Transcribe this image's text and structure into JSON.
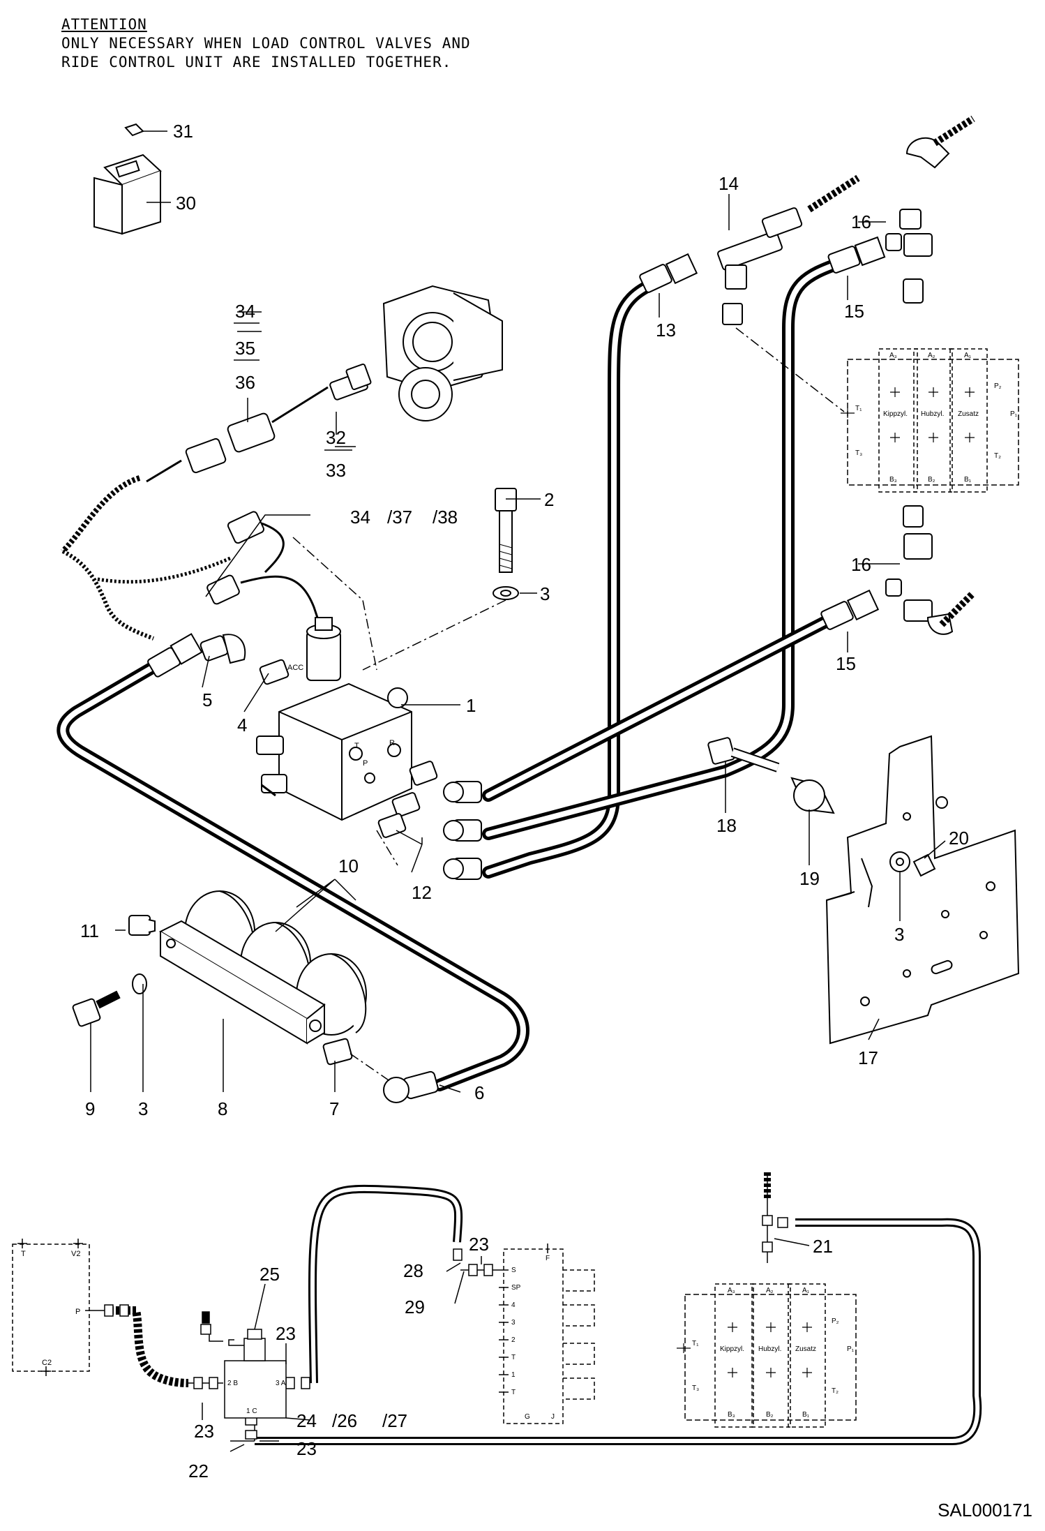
{
  "note": {
    "heading": "ATTENTION",
    "line1": "ONLY NECESSARY WHEN LOAD CONTROL VALVES AND",
    "line2": "RIDE CONTROL UNIT ARE INSTALLED TOGETHER."
  },
  "callouts": {
    "c1": "1",
    "c2": "2",
    "c3a": "3",
    "c3b": "3",
    "c3c": "3",
    "c4": "4",
    "c5": "5",
    "c6": "6",
    "c7": "7",
    "c8": "8",
    "c9": "9",
    "c10": "10",
    "c11": "11",
    "c12": "12",
    "c13": "13",
    "c14": "14",
    "c15a": "15",
    "c15b": "15",
    "c16a": "16",
    "c16b": "16",
    "c17": "17",
    "c18": "18",
    "c19": "19",
    "c20": "20",
    "c21": "21",
    "c22": "22",
    "c23a": "23",
    "c23b": "23",
    "c23c": "23",
    "c23d": "23",
    "c24": "24",
    "c25": "25",
    "c26": "/26",
    "c27": "/27",
    "c28": "28",
    "c29": "29",
    "c30": "30",
    "c31": "31",
    "c32": "32",
    "c33": "33",
    "c34a": "34",
    "c34b": "34",
    "c35": "35",
    "c36": "36",
    "c37": "/37",
    "c38": "/38"
  },
  "valve_block": {
    "top_ports": [
      "A₃",
      "A₂",
      "A₁"
    ],
    "bottom_ports": [
      "B₃",
      "B₂",
      "B₁"
    ],
    "sections": [
      "Kippzyl.",
      "Hubzyl.",
      "Zusatz"
    ],
    "left_ports": [
      "T₁",
      "T₃"
    ],
    "right_ports": [
      "P₂",
      "P₁",
      "T₂"
    ]
  },
  "valve_1_ports": {
    "acc": "ACC",
    "t": "T",
    "p": "P",
    "r": "R"
  },
  "schematic": {
    "left_box": {
      "t": "T",
      "v2": "V2",
      "p": "P",
      "c2": "C2"
    },
    "solenoid": {
      "b": "2\nB",
      "a": "3\nA",
      "c": "1 C"
    },
    "right_ports": [
      "S",
      "SP",
      "4",
      "3",
      "2",
      "T",
      "1",
      "T"
    ],
    "right_top": "F",
    "right_bottom": [
      "G",
      "J"
    ]
  },
  "doc_code": "SAL000171"
}
